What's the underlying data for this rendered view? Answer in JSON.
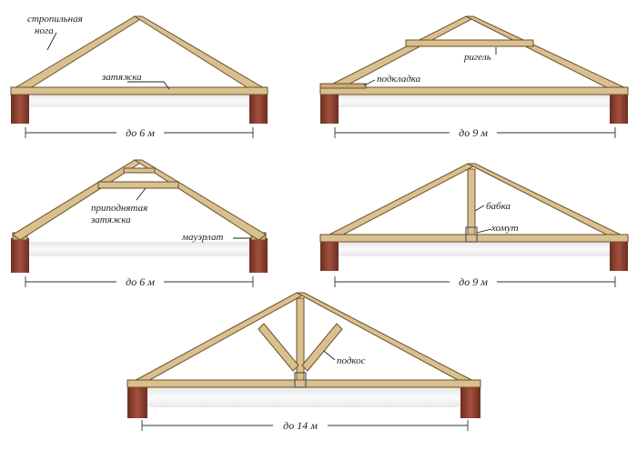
{
  "colors": {
    "timber": "#d9c08f",
    "timber_edge": "#6b4f2a",
    "wall": "#9a4a3a",
    "wall_dark": "#6a2e22",
    "ceiling": "#f2f2f2",
    "text": "#222222"
  },
  "diagrams": [
    {
      "id": "trusses-6m",
      "labels": {
        "rafter": "стропильная\nнога",
        "tie": "затяжка"
      },
      "span": "до 6 м"
    },
    {
      "id": "trusses-9m-collar",
      "labels": {
        "collar": "ригель",
        "pad": "подкладка"
      },
      "span": "до 9 м"
    },
    {
      "id": "trusses-6m-raised",
      "labels": {
        "raised_tie": "приподнятая\nзатяжка",
        "wallplate": "мауэрлат"
      },
      "span": "до 6 м"
    },
    {
      "id": "trusses-9m-king",
      "labels": {
        "king_post": "бабка",
        "clamp": "хомут"
      },
      "span": "до 9 м"
    },
    {
      "id": "trusses-14m",
      "labels": {
        "strut": "подкос"
      },
      "span": "до 14 м"
    }
  ]
}
